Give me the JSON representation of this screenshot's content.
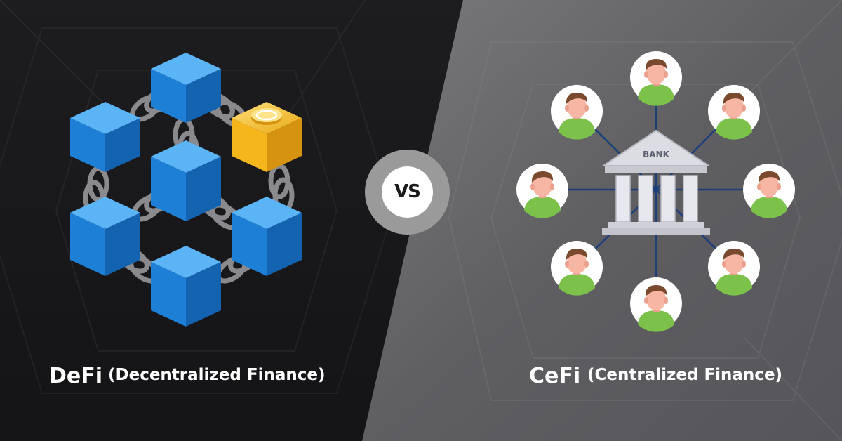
{
  "left_panel": {
    "title": "DeFi",
    "subtitle": "(Decentralized Finance)",
    "illustration": "blockchain-cubes",
    "cube_color": "#1e7fd6",
    "coin_cube_color": "#f5b61c"
  },
  "vs_badge": {
    "text": "VS"
  },
  "right_panel": {
    "title": "CeFi",
    "subtitle": "(Centralized Finance)",
    "bank_label": "BANK",
    "illustration": "bank-network",
    "user_count": 8
  },
  "colors": {
    "left_bg": "#1b1b1d",
    "right_bg": "#6a6a6c",
    "link_line": "#1a3f7a",
    "avatar_shirt": "#7cc24a",
    "avatar_skin": "#f7b6a4",
    "avatar_hair": "#7a4a2e"
  }
}
